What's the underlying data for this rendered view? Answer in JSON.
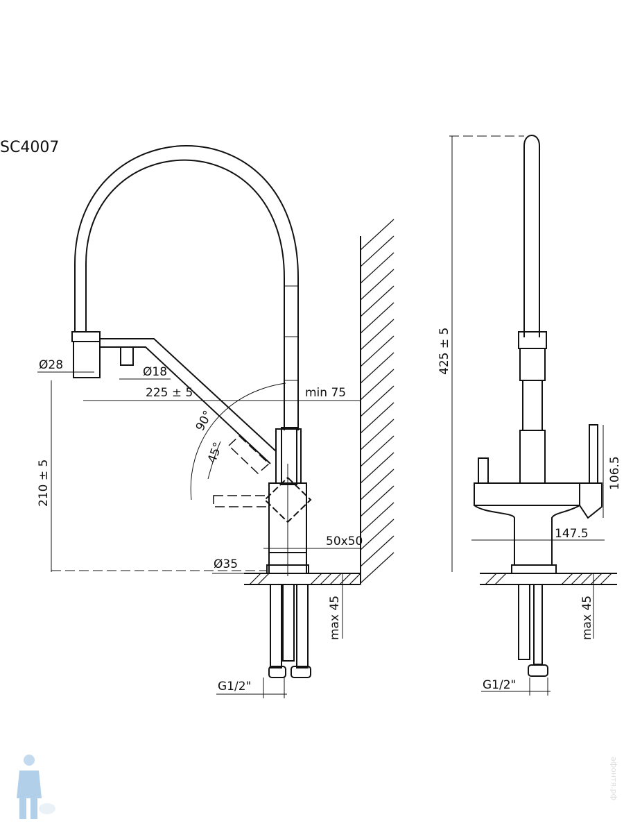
{
  "title": "SC4007",
  "dimensions": {
    "d28": "Ø28",
    "d18": "Ø18",
    "reach": "225 ± 5",
    "min75": "min 75",
    "angle90": "90°",
    "angle45": "45°",
    "height210": "210 ± 5",
    "base50": "50x50",
    "d35": "Ø35",
    "max45_front": "max 45",
    "g12_front": "G1/2\"",
    "height425": "425 ± 5",
    "h106": "106.5",
    "w147": "147.5",
    "max45_side": "max 45",
    "g12_side": "G1/2\""
  },
  "watermark": "афонтя.рф"
}
